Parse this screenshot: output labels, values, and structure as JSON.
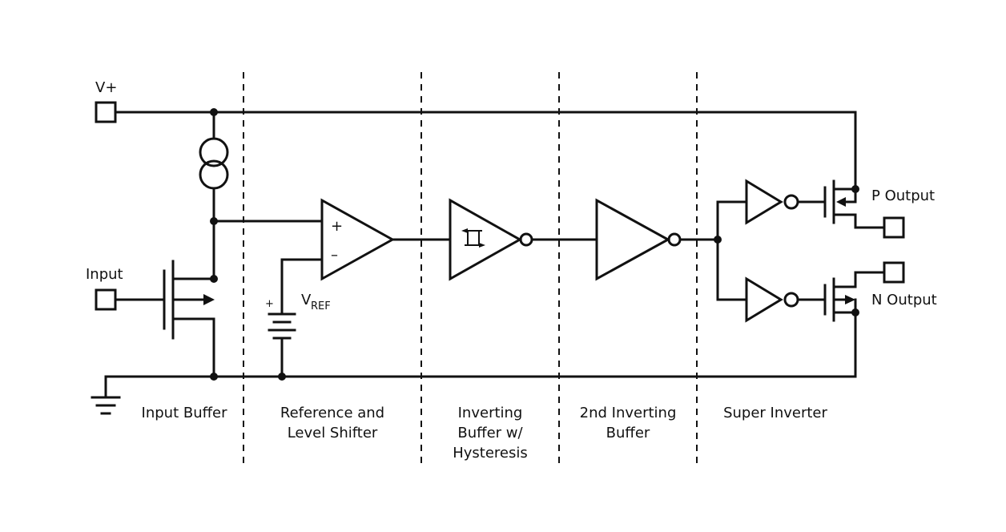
{
  "pins": {
    "vplus": "V+",
    "input": "Input",
    "p_output": "P Output",
    "n_output": "N Output"
  },
  "components": {
    "vref_main": "V",
    "vref_sub": "REF",
    "opamp_plus": "+",
    "opamp_minus": "–",
    "battery_plus": "+"
  },
  "sections": {
    "input_buffer": "Input Buffer",
    "reference_1": "Reference and",
    "reference_2": "Level Shifter",
    "inverting_1": "Inverting",
    "inverting_2": "Buffer w/",
    "inverting_3": "Hysteresis",
    "second_1": "2nd Inverting",
    "second_2": "Buffer",
    "super": "Super Inverter"
  }
}
